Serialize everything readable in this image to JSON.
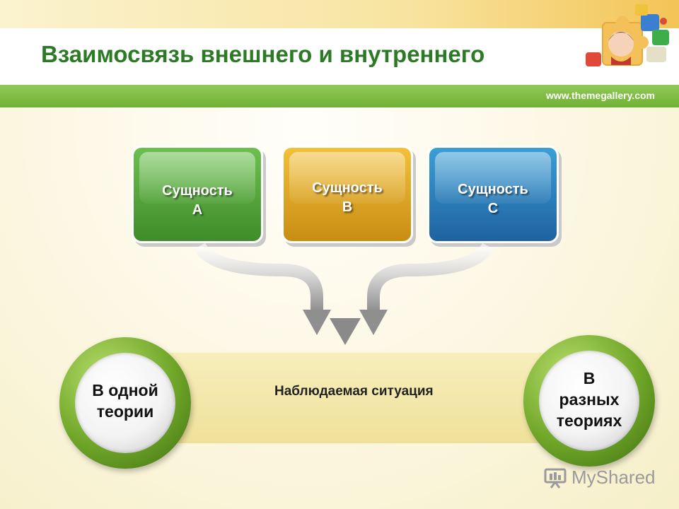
{
  "header": {
    "title": "Взаимосвязь внешнего и внутреннего",
    "url": "www.themegallery.com"
  },
  "boxes": [
    {
      "line1": "Сущность",
      "line2": "А"
    },
    {
      "line1": "Сущность",
      "line2": "В"
    },
    {
      "line1": "Сущность",
      "line2": "С"
    }
  ],
  "situation": {
    "label": "Наблюдаемая ситуация"
  },
  "circles": {
    "left": {
      "line1": "В одной",
      "line2": "теории"
    },
    "right": {
      "line1": "В",
      "line2": "разных",
      "line3": "теориях"
    }
  },
  "watermark": {
    "text": "MyShared"
  },
  "colors": {
    "title": "#2d7a26",
    "box_a": "#4fa535",
    "box_b": "#e0a626",
    "box_c": "#2b7fbd",
    "band": "#f1e4a2",
    "circle_ring": "#6fa628"
  },
  "icons": [
    "puzzle-pieces-image",
    "mysharedlogo-icon"
  ]
}
